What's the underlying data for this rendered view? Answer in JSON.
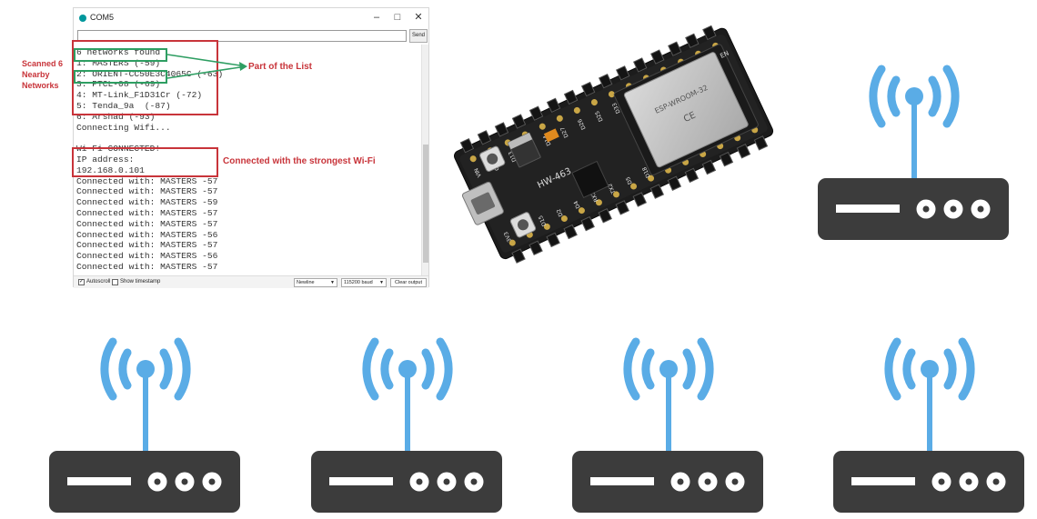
{
  "serial_monitor": {
    "title": "COM5",
    "send_label": "Send",
    "lines": [
      "6 networks found",
      "1: MASTERS (-59)",
      "2: ORIENT-CC50E3C4065C (-63)",
      "3: PTCL-08 (-69)",
      "4: MT-Link_F1D31Cr (-72)",
      "5: Tenda_9a  (-87)",
      "6: Arshad (-93)",
      "Connecting Wifi...",
      "",
      "Wi-Fi CONNECTED!",
      "IP address:",
      "192.168.0.101",
      "Connected with: MASTERS -57",
      "Connected with: MASTERS -57",
      "Connected with: MASTERS -59",
      "Connected with: MASTERS -57",
      "Connected with: MASTERS -57",
      "Connected with: MASTERS -56",
      "Connected with: MASTERS -57",
      "Connected with: MASTERS -56",
      "Connected with: MASTERS -57"
    ],
    "autoscroll_label": "Autoscroll",
    "autoscroll_checked": true,
    "timestamp_label": "Show timestamp",
    "timestamp_checked": false,
    "line_ending": "Newline",
    "baud": "115200 baud",
    "clear_label": "Clear output"
  },
  "annotations": {
    "scanned": [
      "Scanned 6",
      "Nearby",
      "Networks"
    ],
    "part_of_list": "Part of the List",
    "connected_strongest": "Connected with the strongest Wi-Fi"
  },
  "board": {
    "model_label": "HW-463",
    "module_text": "ESP-WROOM-32",
    "en_label": "EN",
    "top_pins": [
      "VIN",
      "GND",
      "D13",
      "D12",
      "D14",
      "D27",
      "D26",
      "D25",
      "D33",
      "D32",
      "D35",
      "D34",
      "VN",
      "VP",
      "EN"
    ],
    "bottom_pins": [
      "3V3",
      "GND",
      "D15",
      "D2",
      "D4",
      "RX2",
      "TX2",
      "D5",
      "D18",
      "D19",
      "D21",
      "RX0",
      "TX0",
      "D22",
      "D23"
    ]
  },
  "routers": {
    "count": 5,
    "body_color": "#3c3c3c",
    "signal_color": "#5aace6"
  },
  "colors": {
    "annotation_red": "#c8343a",
    "annotation_green": "#2e9e62",
    "pcb": "#1c1c1c"
  }
}
